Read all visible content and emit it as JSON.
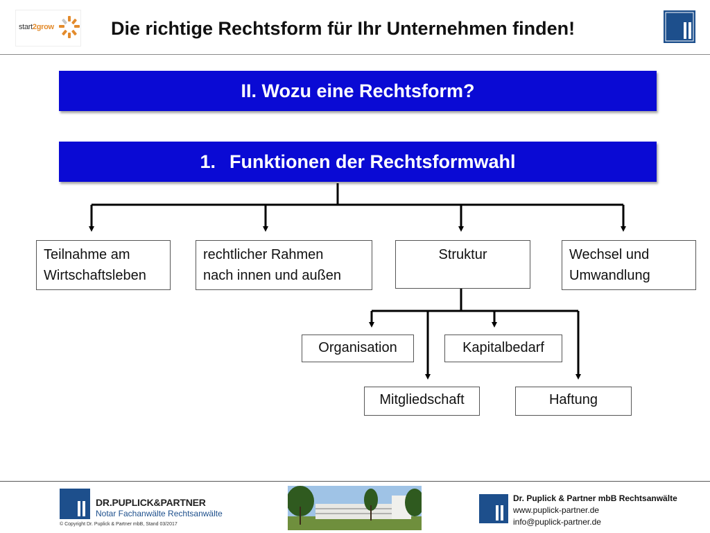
{
  "header": {
    "title": "Die richtige Rechtsform für Ihr Unternehmen finden!",
    "logo_left_word_a": "start",
    "logo_left_word_b": "2grow"
  },
  "banners": {
    "section": "II. Wozu eine Rechtsform?",
    "subsection_number": "1.",
    "subsection_title": "Funktionen der Rechtsformwahl"
  },
  "diagram": {
    "level1": [
      {
        "line1": "Teilnahme am",
        "line2": "Wirtschaftsleben"
      },
      {
        "line1": "rechtlicher Rahmen",
        "line2": "nach innen und außen"
      },
      {
        "line1": "Struktur",
        "line2": ""
      },
      {
        "line1": "Wechsel und",
        "line2": "Umwandlung"
      }
    ],
    "level2": [
      "Organisation",
      "Kapitalbedarf",
      "Mitgliedschaft",
      "Haftung"
    ]
  },
  "footer": {
    "firm_name": "DR.PUPLICK&PARTNER",
    "firm_subtitle": "Notar Fachanwälte Rechtsanwälte",
    "copyright": "© Copyright Dr. Puplick & Partner mbB, Stand 03/2017",
    "contact_name": "Dr. Puplick & Partner mbB Rechtsanwälte",
    "contact_web": "www.puplick-partner.de",
    "contact_mail": "info@puplick-partner.de"
  },
  "colors": {
    "banner": "#0a0ad4",
    "brand": "#1d4f8c",
    "logo_accent": "#e38b2c"
  },
  "icons": [
    "sun-logo-icon",
    "double-bar-logo-icon",
    "building-photo"
  ]
}
